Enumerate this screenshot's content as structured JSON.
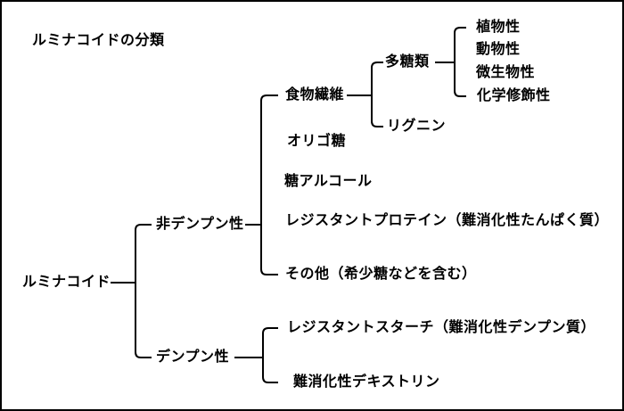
{
  "colors": {
    "background": "#ffffff",
    "border": "#000000",
    "line": "#000000",
    "text": "#000000"
  },
  "diagram": {
    "title": "ルミナコイドの分類",
    "root": {
      "label": "ルミナコイド"
    },
    "non_starch": {
      "label": "非デンプン性",
      "dietary_fiber": {
        "label": "食物繊維",
        "polysaccharides": {
          "label": "多糖類",
          "plant": {
            "label": "植物性"
          },
          "animal": {
            "label": "動物性"
          },
          "microbial": {
            "label": "微生物性"
          },
          "chemically_modified": {
            "label": "化学修飾性"
          }
        },
        "lignin": {
          "label": "リグニン"
        }
      },
      "oligosaccharides": {
        "label": "オリゴ糖"
      },
      "sugar_alcohols": {
        "label": "糖アルコール"
      },
      "resistant_protein": {
        "label": "レジスタントプロテイン（難消化性たんぱく質）"
      },
      "others": {
        "label": "その他（希少糖などを含む）"
      }
    },
    "starch": {
      "label": "デンプン性",
      "resistant_starch": {
        "label": "レジスタントスターチ（難消化性デンプン質）"
      },
      "indigestible_dextrin": {
        "label": "難消化性デキストリン"
      }
    }
  }
}
